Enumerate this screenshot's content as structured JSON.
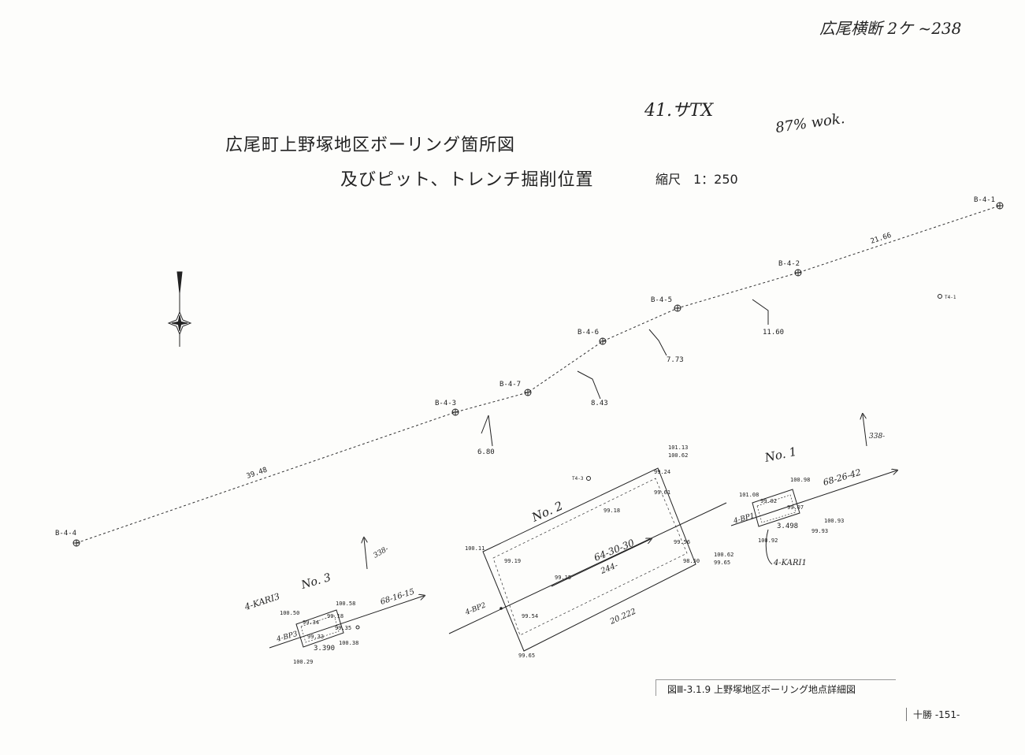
{
  "header": {
    "title_line1": "広尾町上野塚地区ボーリング箇所図",
    "title_line2": "及びピット、トレンチ掘削位置",
    "scale": "縮尺　1：250"
  },
  "handwritten": {
    "top_right": "広尾横断 2ケ ~238",
    "code": "41.サTX",
    "percent": "87% wok."
  },
  "boreholes": [
    {
      "id": "B-4-1"
    },
    {
      "id": "B-4-2"
    },
    {
      "id": "B-4-5"
    },
    {
      "id": "B-4-6"
    },
    {
      "id": "B-4-7"
    },
    {
      "id": "B-4-3"
    },
    {
      "id": "B-4-4"
    }
  ],
  "distances": {
    "d1": "21.66",
    "d2": "11.60",
    "d3": "7.73",
    "d4": "8.43",
    "d5": "6.80",
    "d6": "39.48"
  },
  "markers": {
    "t41": "T4-1",
    "t43": "T4-3"
  },
  "trench1": {
    "label": "No. 1",
    "bearing": "338-",
    "direction": "68-26-42",
    "station": "4-BP1",
    "kari": "4-KARI1",
    "elev": [
      "100.98",
      "101.08",
      "100.92",
      "100.93",
      "99.93",
      "3.498",
      "99.02",
      "99.07"
    ]
  },
  "trench2": {
    "label": "No. 2",
    "direction": "64-30-30",
    "length": "20.222",
    "station": "4-BP2",
    "mid": "244-",
    "elev": [
      "101.13",
      "100.62",
      "99.24",
      "99.61",
      "99.18",
      "99.19",
      "100.11",
      "99.56",
      "100.62",
      "99.65",
      "98.50",
      "99.54",
      "99.65",
      "99.15"
    ]
  },
  "trench3": {
    "label": "No. 3",
    "bearing": "338-",
    "direction": "68-16-15",
    "station": "4-BP3",
    "kari": "4-KARI3",
    "elev": [
      "100.50",
      "100.58",
      "99.34",
      "99.18",
      "99.35",
      "99.33",
      "100.38",
      "3.390",
      "100.29"
    ]
  },
  "footer": {
    "caption": "図Ⅲ-3.1.9 上野塚地区ボーリング地点詳細図",
    "page": "十勝 -151-"
  }
}
